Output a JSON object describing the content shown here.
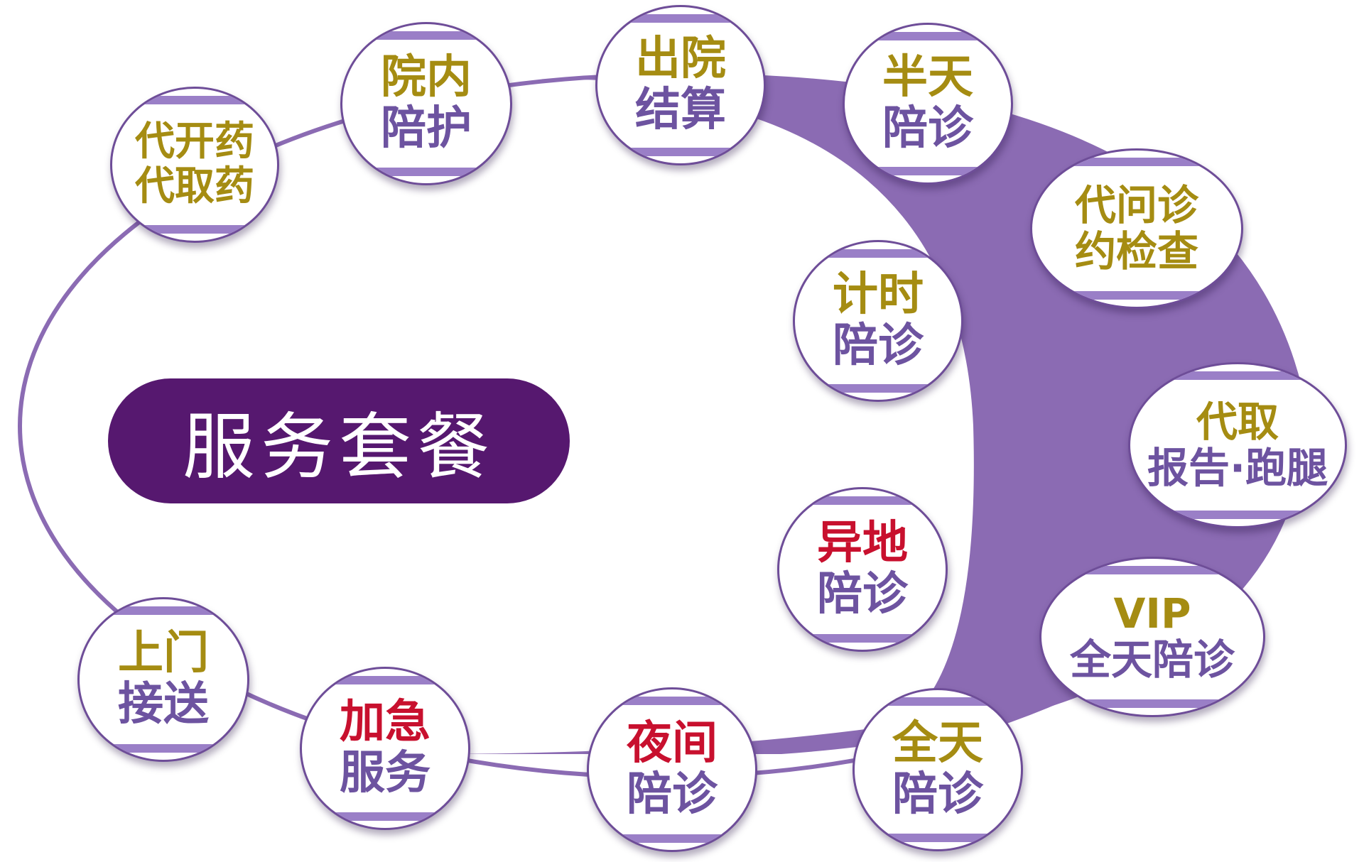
{
  "colors": {
    "ring_purple": "#8b6bb3",
    "center_fill": "#56186f",
    "center_text": "#ffffff",
    "stripe": "#9a7fc7",
    "border": "#6e4d98",
    "gold": "#a58c12",
    "purple_text": "#6d53a0",
    "red": "#c8102e"
  },
  "center_label": "服务套餐",
  "nodes": [
    {
      "name": "node-dai-kai-yao",
      "lines": [
        {
          "text": "代开药",
          "color": "#a58c12"
        },
        {
          "text": "代取药",
          "color": "#a58c12"
        }
      ]
    },
    {
      "name": "node-yuan-nei",
      "lines": [
        {
          "text": "院内",
          "color": "#a58c12"
        },
        {
          "text": "陪护",
          "color": "#6d53a0"
        }
      ]
    },
    {
      "name": "node-chu-yuan",
      "lines": [
        {
          "text": "出院",
          "color": "#a58c12"
        },
        {
          "text": "结算",
          "color": "#6d53a0"
        }
      ]
    },
    {
      "name": "node-ban-tian",
      "lines": [
        {
          "text": "半天",
          "color": "#a58c12"
        },
        {
          "text": "陪诊",
          "color": "#6d53a0"
        }
      ]
    },
    {
      "name": "node-dai-wen-zhen",
      "lines": [
        {
          "text": "代问诊",
          "color": "#a58c12"
        },
        {
          "text": "约检查",
          "color": "#a58c12"
        }
      ]
    },
    {
      "name": "node-ji-shi",
      "lines": [
        {
          "text": "计时",
          "color": "#a58c12"
        },
        {
          "text": "陪诊",
          "color": "#6d53a0"
        }
      ]
    },
    {
      "name": "node-dai-qu",
      "lines": [
        {
          "text": "代取",
          "color": "#a58c12"
        },
        {
          "text": "报告·跑腿",
          "color": "#6d53a0"
        }
      ]
    },
    {
      "name": "node-yi-di",
      "lines": [
        {
          "text": "异地",
          "color": "#c8102e"
        },
        {
          "text": "陪诊",
          "color": "#6d53a0"
        }
      ]
    },
    {
      "name": "node-vip",
      "lines": [
        {
          "text": "VIP",
          "color": "#a58c12"
        },
        {
          "text": "全天陪诊",
          "color": "#6d53a0"
        }
      ]
    },
    {
      "name": "node-quan-tian",
      "lines": [
        {
          "text": "全天",
          "color": "#a58c12"
        },
        {
          "text": "陪诊",
          "color": "#6d53a0"
        }
      ]
    },
    {
      "name": "node-ye-jian",
      "lines": [
        {
          "text": "夜间",
          "color": "#c8102e"
        },
        {
          "text": "陪诊",
          "color": "#6d53a0"
        }
      ]
    },
    {
      "name": "node-jia-ji",
      "lines": [
        {
          "text": "加急",
          "color": "#c8102e"
        },
        {
          "text": "服务",
          "color": "#6d53a0"
        }
      ]
    },
    {
      "name": "node-shang-men",
      "lines": [
        {
          "text": "上门",
          "color": "#a58c12"
        },
        {
          "text": "接送",
          "color": "#6d53a0"
        }
      ]
    }
  ]
}
